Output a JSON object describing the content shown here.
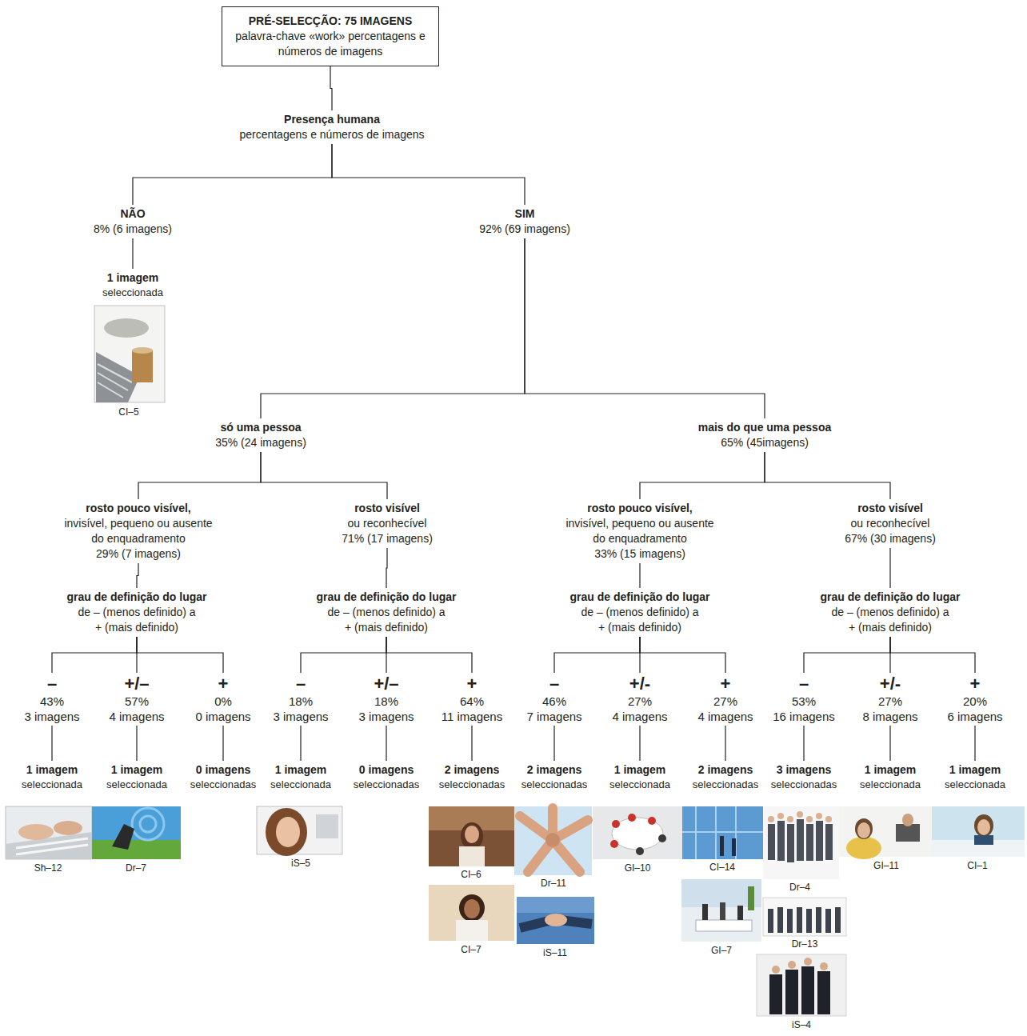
{
  "diagram": {
    "nodes": [
      {
        "text": [
          "PRÉ-SELECÇÃO: 75 IMAGENS",
          "palavra-chave «work» percentagens e números de imagens"
        ]
      },
      {
        "text": [
          "Presença humana",
          "percentagens e números de imagens"
        ]
      },
      {
        "text": [
          "NÃO",
          "8% (6 imagens)"
        ]
      },
      {
        "text": [
          "SIM",
          "92% (69 imagens)"
        ]
      },
      {
        "text": [
          "1 imagem",
          "seleccionada"
        ]
      },
      {
        "text": [
          "só uma pessoa",
          "35% (24 imagens)"
        ]
      },
      {
        "text": [
          "mais do que uma pessoa",
          "65% (45imagens)"
        ]
      },
      {
        "text": [
          "rosto pouco visível,",
          "invisível, pequeno ou ausente do enquadramento",
          "29% (7 imagens)"
        ]
      },
      {
        "text": [
          "rosto visível",
          "ou reconhecível",
          "71% (17 imagens)"
        ]
      },
      {
        "text": [
          "rosto pouco visível,",
          "invisível, pequeno ou ausente do enquadramento",
          "33% (15 imagens)"
        ]
      },
      {
        "text": [
          "rosto visível",
          "ou reconhecível",
          "67% (30 imagens)"
        ]
      },
      {
        "text": [
          "grau de definição do lugar",
          "de – (menos definido) a + (mais definido)"
        ]
      },
      {
        "text": [
          "grau de definição do lugar",
          "de – (menos definido) a + (mais definido)"
        ]
      },
      {
        "text": [
          "grau de definição do lugar",
          "de – (menos definido) a + (mais definido)"
        ]
      },
      {
        "text": [
          "grau de definição do lugar",
          "de – (menos definido) a + (mais definido)"
        ]
      },
      {
        "text": [
          "–",
          "43%",
          "3 imagens"
        ]
      },
      {
        "text": [
          "+/–",
          "57%",
          "4 imagens"
        ]
      },
      {
        "text": [
          "+",
          "0%",
          "0 imagens"
        ]
      },
      {
        "text": [
          "–",
          "18%",
          "3 imagens"
        ]
      },
      {
        "text": [
          "+/–",
          "18%",
          "3 imagens"
        ]
      },
      {
        "text": [
          "+",
          "64%",
          "11 imagens"
        ]
      },
      {
        "text": [
          "–",
          "46%",
          "7 imagens"
        ]
      },
      {
        "text": [
          "+/-",
          "27%",
          "4 imagens"
        ]
      },
      {
        "text": [
          "+",
          "27%",
          "4 imagens"
        ]
      },
      {
        "text": [
          "–",
          "53%",
          "16 imagens"
        ]
      },
      {
        "text": [
          "+/-",
          "27%",
          "8 imagens"
        ]
      },
      {
        "text": [
          "+",
          "20%",
          "6 imagens"
        ]
      },
      {
        "text": [
          "1 imagem",
          "seleccionada"
        ]
      },
      {
        "text": [
          "1 imagem",
          "seleccionada"
        ]
      },
      {
        "text": [
          "0 imagens",
          "seleccionadas"
        ]
      },
      {
        "text": [
          "1 imagem",
          "seleccionada"
        ]
      },
      {
        "text": [
          "0 imagens",
          "seleccionadas"
        ]
      },
      {
        "text": [
          "2 imagens",
          "seleccionadas"
        ]
      },
      {
        "text": [
          "2 imagens",
          "seleccionadas"
        ]
      },
      {
        "text": [
          "1 imagem",
          "seleccionada"
        ]
      },
      {
        "text": [
          "2 imagens",
          "seleccionadas"
        ]
      },
      {
        "text": [
          "3 imagens",
          "seleccionadas"
        ]
      },
      {
        "text": [
          "1 imagem",
          "seleccionada"
        ]
      },
      {
        "text": [
          "1 imagem",
          "seleccionada"
        ]
      }
    ],
    "edges": [
      {
        "from": 0,
        "to": 1,
        "arrow": "none"
      },
      {
        "from": 1,
        "to": 2,
        "arrow": "none"
      },
      {
        "from": 1,
        "to": 3,
        "arrow": "none"
      },
      {
        "from": 2,
        "to": 4,
        "arrow": "none"
      },
      {
        "from": 3,
        "to": 5,
        "arrow": "none"
      },
      {
        "from": 3,
        "to": 6,
        "arrow": "none"
      },
      {
        "from": 5,
        "to": 7,
        "arrow": "none"
      },
      {
        "from": 5,
        "to": 8,
        "arrow": "none"
      },
      {
        "from": 6,
        "to": 9,
        "arrow": "none"
      },
      {
        "from": 6,
        "to": 10,
        "arrow": "none"
      },
      {
        "from": 7,
        "to": 11,
        "arrow": "none"
      },
      {
        "from": 8,
        "to": 12,
        "arrow": "none"
      },
      {
        "from": 9,
        "to": 13,
        "arrow": "none"
      },
      {
        "from": 10,
        "to": 14,
        "arrow": "none"
      },
      {
        "from": 11,
        "to": 15,
        "arrow": "none"
      },
      {
        "from": 11,
        "to": 16,
        "arrow": "none"
      },
      {
        "from": 11,
        "to": 17,
        "arrow": "none"
      },
      {
        "from": 12,
        "to": 18,
        "arrow": "none"
      },
      {
        "from": 12,
        "to": 19,
        "arrow": "none"
      },
      {
        "from": 12,
        "to": 20,
        "arrow": "none"
      },
      {
        "from": 13,
        "to": 21,
        "arrow": "none"
      },
      {
        "from": 13,
        "to": 22,
        "arrow": "none"
      },
      {
        "from": 13,
        "to": 23,
        "arrow": "none"
      },
      {
        "from": 14,
        "to": 24,
        "arrow": "none"
      },
      {
        "from": 14,
        "to": 25,
        "arrow": "none"
      },
      {
        "from": 14,
        "to": 26,
        "arrow": "none"
      },
      {
        "from": 15,
        "to": 27,
        "arrow": "none"
      },
      {
        "from": 16,
        "to": 28,
        "arrow": "none"
      },
      {
        "from": 17,
        "to": 29,
        "arrow": "none"
      },
      {
        "from": 18,
        "to": 30,
        "arrow": "none"
      },
      {
        "from": 19,
        "to": 31,
        "arrow": "none"
      },
      {
        "from": 20,
        "to": 32,
        "arrow": "none"
      },
      {
        "from": 21,
        "to": 33,
        "arrow": "none"
      },
      {
        "from": 22,
        "to": 34,
        "arrow": "none"
      },
      {
        "from": 23,
        "to": 35,
        "arrow": "none"
      },
      {
        "from": 24,
        "to": 36,
        "arrow": "none"
      },
      {
        "from": 25,
        "to": 37,
        "arrow": "none"
      },
      {
        "from": 26,
        "to": 38,
        "arrow": "none"
      }
    ],
    "labels": [
      "CI–5",
      "Sh–12",
      "Dr–7",
      "iS–5",
      "CI–6",
      "Dr–11",
      "CI–7",
      "iS–11",
      "GI–10",
      "CI–14",
      "GI–7",
      "Dr–4",
      "GI–11",
      "CI–1",
      "Dr–13",
      "iS–4"
    ]
  }
}
